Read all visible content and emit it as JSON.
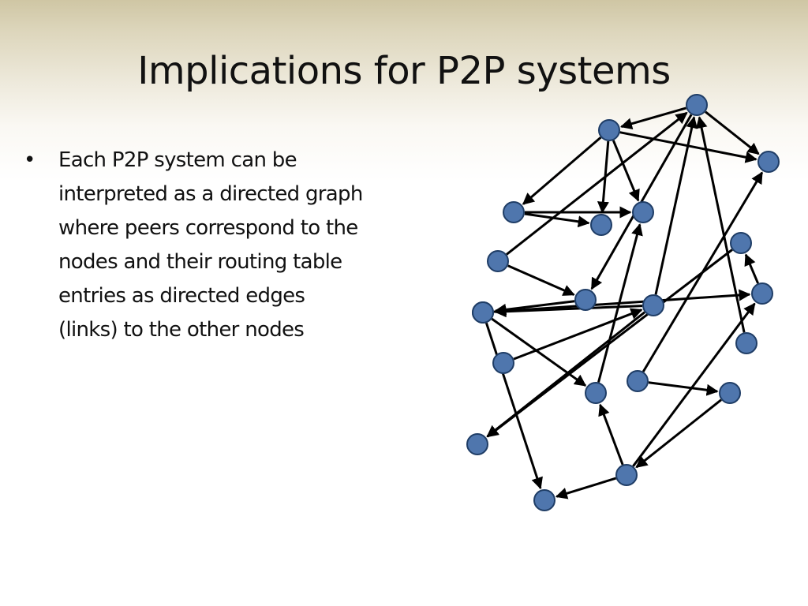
{
  "slide": {
    "title": "Implications for P2P systems",
    "bullet": {
      "marker": "•",
      "lines": [
        "Each P2P system can be",
        "interpreted as a directed graph",
        "where peers correspond to the",
        "nodes and their routing table",
        "entries as directed edges",
        "(links) to the other nodes"
      ]
    }
  },
  "graph": {
    "colors": {
      "node_fill": "#4f76ad",
      "node_stroke": "#1f3d66",
      "edge": "#000000"
    },
    "nodes": [
      {
        "id": "n1"
      },
      {
        "id": "n2"
      },
      {
        "id": "n3"
      },
      {
        "id": "n4"
      },
      {
        "id": "n5"
      },
      {
        "id": "n6"
      },
      {
        "id": "n7"
      },
      {
        "id": "n8"
      },
      {
        "id": "n9"
      },
      {
        "id": "n10"
      },
      {
        "id": "n11"
      },
      {
        "id": "n12"
      },
      {
        "id": "n13"
      },
      {
        "id": "n14"
      },
      {
        "id": "n15"
      },
      {
        "id": "n16"
      },
      {
        "id": "n17"
      },
      {
        "id": "n18"
      },
      {
        "id": "n19"
      },
      {
        "id": "n20"
      },
      {
        "id": "n21"
      }
    ],
    "edges": [
      {
        "from": "n1",
        "to": "n2"
      },
      {
        "from": "n1",
        "to": "n4"
      },
      {
        "from": "n1",
        "to": "n5"
      },
      {
        "from": "n1",
        "to": "n13"
      },
      {
        "from": "n2",
        "to": "n4"
      },
      {
        "from": "n2",
        "to": "n5"
      },
      {
        "from": "n3",
        "to": "n12"
      },
      {
        "from": "n3",
        "to": "n6"
      },
      {
        "from": "n6",
        "to": "n7"
      },
      {
        "from": "n7",
        "to": "n10"
      },
      {
        "from": "n8",
        "to": "n11"
      },
      {
        "from": "n11",
        "to": "n9"
      },
      {
        "from": "n11",
        "to": "n12"
      },
      {
        "from": "n11",
        "to": "n21"
      },
      {
        "from": "n12",
        "to": "n1"
      },
      {
        "from": "n12",
        "to": "n6"
      },
      {
        "from": "n12",
        "to": "n13"
      },
      {
        "from": "n14",
        "to": "n9"
      },
      {
        "from": "n15",
        "to": "n12"
      },
      {
        "from": "n17",
        "to": "n13"
      },
      {
        "from": "n17",
        "to": "n18"
      },
      {
        "from": "n16",
        "to": "n5"
      },
      {
        "from": "n18",
        "to": "n19"
      },
      {
        "from": "n19",
        "to": "n20"
      },
      {
        "from": "n19",
        "to": "n16"
      },
      {
        "from": "n19",
        "to": "n10"
      },
      {
        "from": "n20",
        "to": "n14"
      },
      {
        "from": "n21",
        "to": "n20"
      },
      {
        "from": "n21",
        "to": "n16"
      }
    ]
  }
}
